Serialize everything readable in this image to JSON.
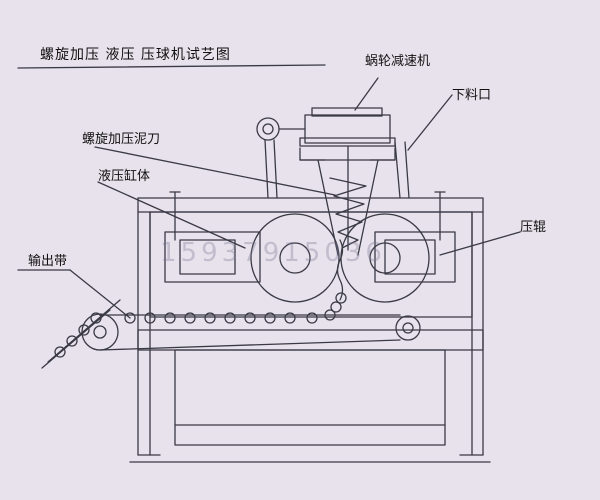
{
  "title": "螺旋加压 液压 压球机试艺图",
  "labels": {
    "reducer": "蜗轮减速机",
    "feed_port": "下料口",
    "screw_knife": "螺旋加压泥刀",
    "cylinder": "液压缸体",
    "roller": "压辊",
    "belt": "输出带"
  },
  "watermark": "15937915036",
  "colors": {
    "background": "#e8e2ec",
    "line": "#3a3a45"
  }
}
